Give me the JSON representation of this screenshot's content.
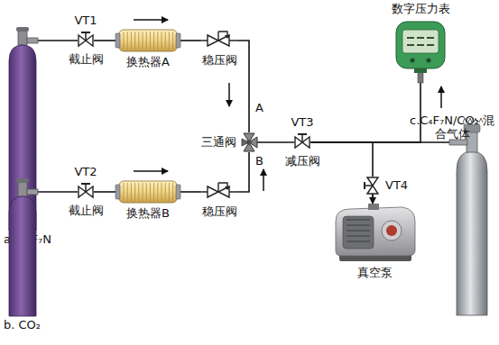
{
  "diagram": {
    "nodes": [
      {
        "text": [
          "a. C₄F₇N"
        ]
      },
      {
        "text": [
          "VT1",
          "截止阀"
        ]
      },
      {
        "text": [
          "换热器A"
        ]
      },
      {
        "text": [
          "稳压阀"
        ]
      },
      {
        "text": [
          "b. CO₂"
        ]
      },
      {
        "text": [
          "VT2",
          "截止阀"
        ]
      },
      {
        "text": [
          "换热器B"
        ]
      },
      {
        "text": [
          "稳压阀"
        ]
      },
      {
        "text": [
          "三通阀"
        ]
      },
      {
        "text": [
          "VT3",
          "减压阀"
        ]
      },
      {
        "text": [
          "数字压力表"
        ]
      },
      {
        "text": [
          "VT4"
        ]
      },
      {
        "text": [
          "真空泵"
        ]
      },
      {
        "text": [
          "c.C₄F₇N/CO₂ 混合气体"
        ]
      }
    ],
    "edges": [
      {
        "from": 0,
        "to": 1,
        "arrow": "none"
      },
      {
        "from": 1,
        "to": 2,
        "arrow": "none"
      },
      {
        "from": 2,
        "to": 3,
        "arrow": "none"
      },
      {
        "from": 3,
        "to": 8,
        "label": "A",
        "arrow": "none"
      },
      {
        "from": 4,
        "to": 5,
        "arrow": "none"
      },
      {
        "from": 5,
        "to": 6,
        "arrow": "none"
      },
      {
        "from": 6,
        "to": 7,
        "arrow": "none"
      },
      {
        "from": 7,
        "to": 8,
        "label": "B",
        "arrow": "none"
      },
      {
        "from": 8,
        "to": 9,
        "arrow": "none"
      },
      {
        "from": 9,
        "to": 13,
        "arrow": "none"
      },
      {
        "from": 9,
        "to": 11,
        "arrow": "none"
      },
      {
        "from": 11,
        "to": 12,
        "arrow": "none"
      },
      {
        "from": 9,
        "to": 10,
        "arrow": "none"
      }
    ]
  }
}
